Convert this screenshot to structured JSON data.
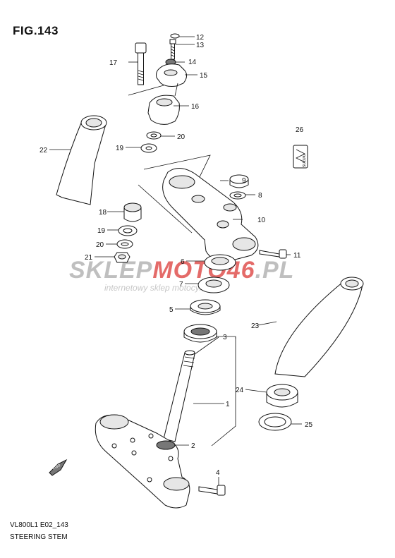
{
  "figure": {
    "title": "FIG.143"
  },
  "footer": {
    "code": "VL800L1 E02_143",
    "title": "STEERING STEM"
  },
  "watermark": {
    "brand_left": "SKLEP",
    "brand_moto": "MOTO",
    "brand_num": "46",
    "brand_tld": ".PL",
    "tagline": "internetowy sklep motocyklowy",
    "color_grey": "#b5b5b5",
    "color_red": "#e0524f"
  },
  "emblem": {
    "text": "SUZUKI"
  },
  "fwd_arrow": {
    "text": "FWD"
  },
  "callouts": [
    "12",
    "13",
    "14",
    "15",
    "16",
    "17",
    "20",
    "19",
    "22",
    "26",
    "9",
    "8",
    "18",
    "10",
    "19",
    "20",
    "21",
    "11",
    "6",
    "7",
    "5",
    "23",
    "3",
    "1",
    "24",
    "25",
    "2",
    "4"
  ]
}
